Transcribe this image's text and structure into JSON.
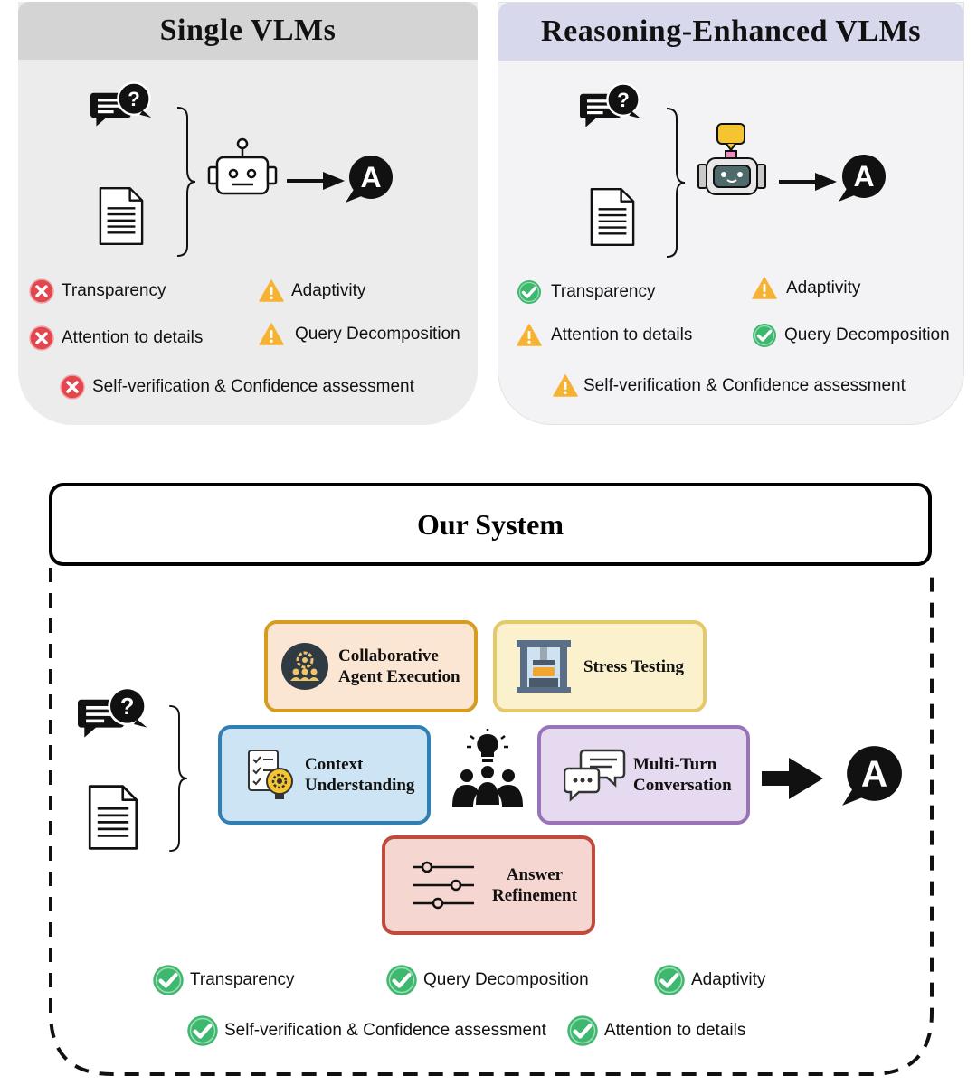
{
  "panels": {
    "single": {
      "title": "Single VLMs",
      "features": [
        {
          "label": "Transparency",
          "status": "fail"
        },
        {
          "label": "Adaptivity",
          "status": "warn"
        },
        {
          "label": "Attention to details",
          "status": "fail"
        },
        {
          "label": "Query Decomposition",
          "status": "warn"
        },
        {
          "label": "Self-verification & Confidence assessment",
          "status": "fail"
        }
      ]
    },
    "reasoning": {
      "title": "Reasoning-Enhanced VLMs",
      "features": [
        {
          "label": "Transparency",
          "status": "pass"
        },
        {
          "label": "Adaptivity",
          "status": "warn"
        },
        {
          "label": "Attention to details",
          "status": "warn"
        },
        {
          "label": "Query Decomposition",
          "status": "pass"
        },
        {
          "label": "Self-verification & Confidence assessment",
          "status": "warn"
        }
      ]
    }
  },
  "system": {
    "title": "Our System",
    "modules": {
      "collaborative": {
        "line1": "Collaborative",
        "line2": "Agent Execution"
      },
      "stress": {
        "label": "Stress Testing"
      },
      "context": {
        "line1": "Context",
        "line2": "Understanding"
      },
      "multiturn": {
        "line1": "Multi-Turn",
        "line2": "Conversation"
      },
      "answer": {
        "line1": "Answer",
        "line2": "Refinement"
      }
    },
    "features": [
      {
        "label": "Transparency",
        "status": "pass"
      },
      {
        "label": "Query Decomposition",
        "status": "pass"
      },
      {
        "label": "Adaptivity",
        "status": "pass"
      },
      {
        "label": "Self-verification & Confidence assessment",
        "status": "pass"
      },
      {
        "label": "Attention to details",
        "status": "pass"
      }
    ]
  },
  "answer_glyph": "A",
  "colors": {
    "single_panel_bg": "#ececec",
    "single_header_bg": "#d4d4d4",
    "reasoning_panel_bg": "#f3f3f5",
    "reasoning_header_bg": "#d7d8ec",
    "fail": "#e2474f",
    "warn": "#f6b333",
    "pass": "#3fb86f",
    "collab_border": "#d69b1f",
    "collab_bg": "#fbe5d3",
    "stress_border": "#e4c96a",
    "stress_bg": "#fbf1cd",
    "context_border": "#2f7fb4",
    "context_bg": "#cde4f4",
    "multiturn_border": "#9a72b7",
    "multiturn_bg": "#e5daef",
    "answer_border": "#c04a3b",
    "answer_bg": "#f6d6d0"
  }
}
